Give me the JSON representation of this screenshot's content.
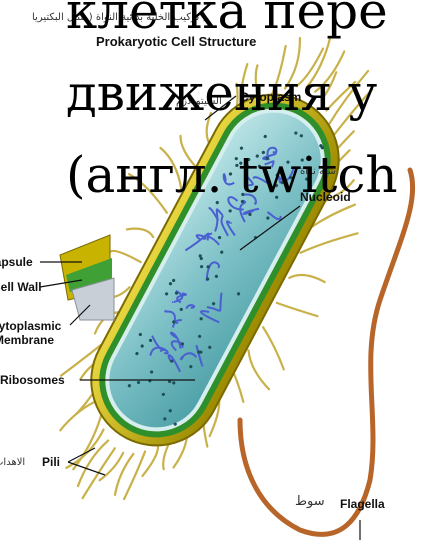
{
  "header": {
    "arabic_title": "( تركيب الخلية بدائية النواة ( مثال البكتيريا",
    "title": "Prokaryotic Cell Structure"
  },
  "overlay": {
    "line1": "клетка пере",
    "line2": "движения у",
    "line3": "(англ. twitch"
  },
  "labels": {
    "cytoplasm": "Cytoplasm",
    "cytoplasm_ar": "السيتوبلازم",
    "nucleoid": "Nucleoid",
    "nucleoid_ar": "شبه نواة",
    "capsule": "Capsule",
    "cell_wall": "Cell Wall",
    "cyto_membrane_1": "Cytoplasmic",
    "cyto_membrane_2": "Membrane",
    "ribosomes": "Ribosomes",
    "pili": "Pili",
    "pili_ar": "الاهداب",
    "flagella": "Flagella",
    "flagella_ar": "سوط"
  },
  "colors": {
    "capsule": "#c8b400",
    "cell_wall": "#2f8f2a",
    "membrane": "#9fd6d6",
    "cytoplasm": "#7cc0c6",
    "nucleoid": "#4a5fd0",
    "flagellum": "#b8652a",
    "pili": "#c9b14a"
  }
}
